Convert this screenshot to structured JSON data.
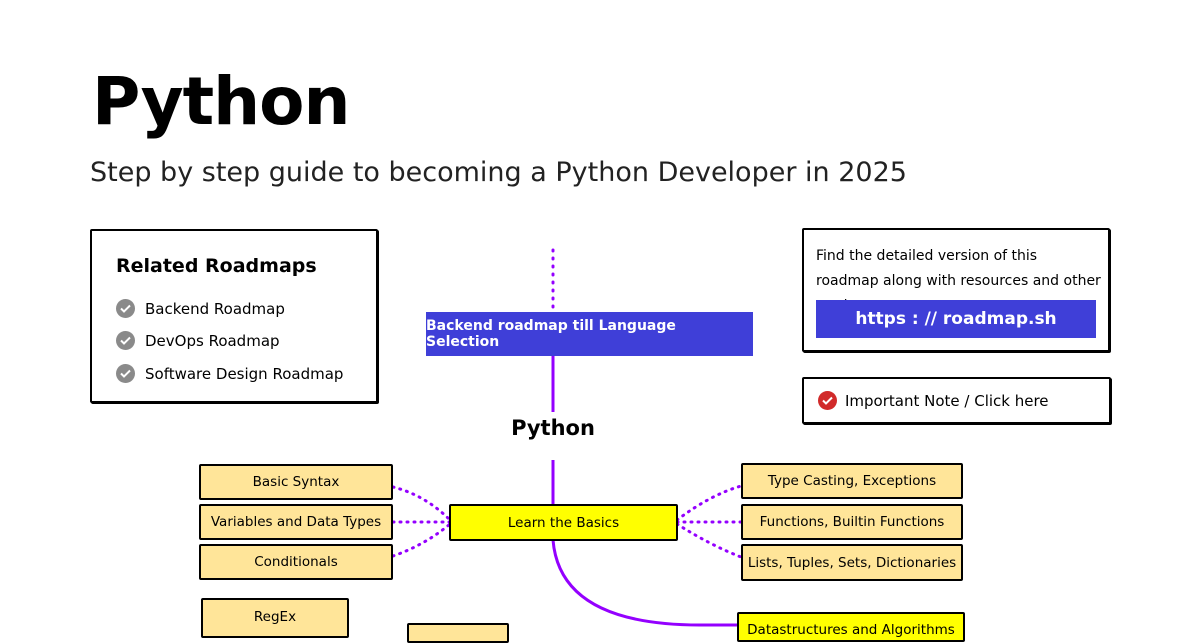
{
  "header": {
    "title": "Python",
    "subtitle": "Step by step guide to becoming a Python Developer in 2025"
  },
  "related": {
    "heading": "Related Roadmaps",
    "items": [
      {
        "label": "Backend Roadmap"
      },
      {
        "label": "DevOps Roadmap"
      },
      {
        "label": "Software Design Roadmap"
      }
    ]
  },
  "info_box": {
    "text": "Find the detailed version of this roadmap along with resources and other roadmaps",
    "link_label": "https : // roadmap.sh"
  },
  "note": {
    "label": "Important Note / Click here"
  },
  "roadmap": {
    "start_node": "Backend roadmap till Language Selection",
    "topic": "Python",
    "main_node": "Learn the Basics",
    "left_topics": [
      "Basic Syntax",
      "Variables and Data Types",
      "Conditionals"
    ],
    "right_topics": [
      "Type Casting, Exceptions",
      "Functions, Builtin Functions",
      "Lists, Tuples, Sets, Dictionaries"
    ],
    "regex_node": "RegEx",
    "next_node": "Datastructures and Algorithms"
  },
  "colors": {
    "accent_blue": "#3f3fd8",
    "main_node": "#ffff00",
    "sub_node": "#ffe599",
    "connector": "#9400ff"
  }
}
